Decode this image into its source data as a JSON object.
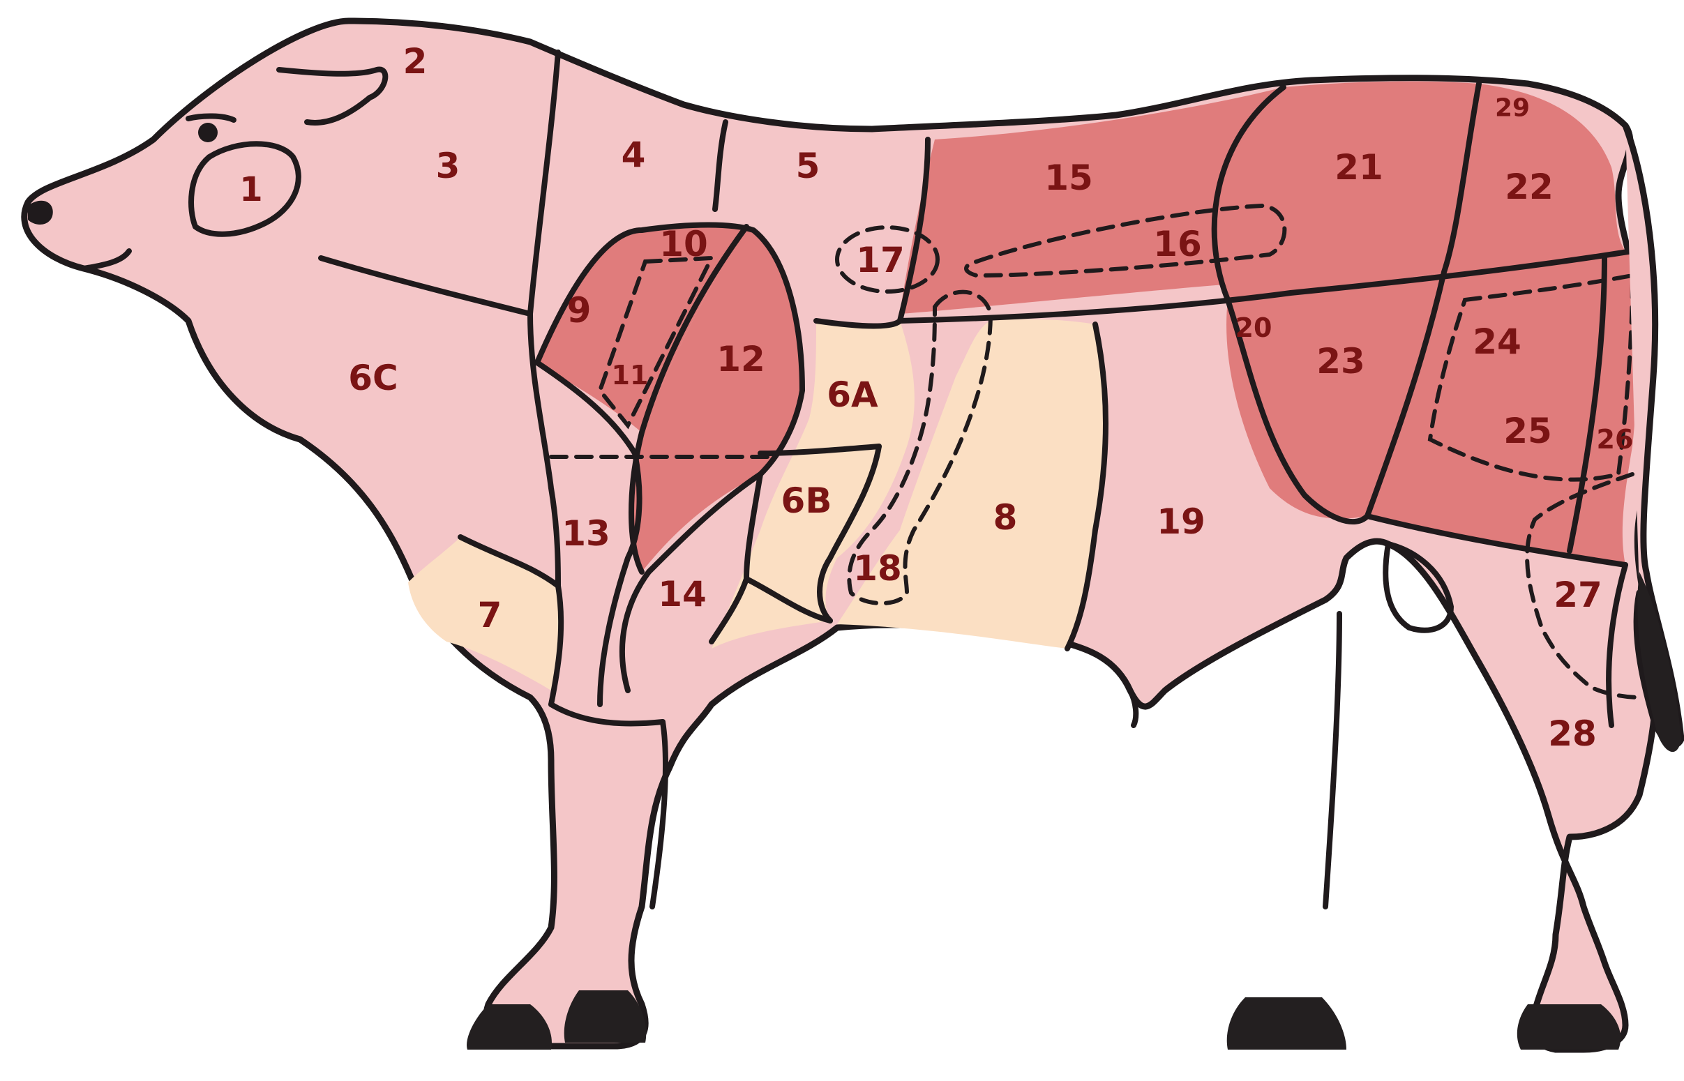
{
  "colors": {
    "light_pink": "#f4c6c8",
    "dark_pink": "#e07c7c",
    "cream": "#fbdfc3",
    "outline": "#1f1a1c",
    "label": "#7a1414",
    "hoof": "#231f20"
  },
  "cuts": [
    {
      "id": "1",
      "label": "1",
      "color": "light_pink"
    },
    {
      "id": "2",
      "label": "2",
      "color": "light_pink"
    },
    {
      "id": "3",
      "label": "3",
      "color": "light_pink"
    },
    {
      "id": "4",
      "label": "4",
      "color": "light_pink"
    },
    {
      "id": "5",
      "label": "5",
      "color": "light_pink"
    },
    {
      "id": "6a",
      "label": "6A",
      "color": "cream"
    },
    {
      "id": "6b",
      "label": "6B",
      "color": "cream"
    },
    {
      "id": "6c",
      "label": "6C",
      "color": "light_pink"
    },
    {
      "id": "7",
      "label": "7",
      "color": "cream"
    },
    {
      "id": "8",
      "label": "8",
      "color": "cream"
    },
    {
      "id": "9",
      "label": "9",
      "color": "dark_pink"
    },
    {
      "id": "10",
      "label": "10",
      "color": "dark_pink"
    },
    {
      "id": "11",
      "label": "11",
      "color": "light_pink"
    },
    {
      "id": "12",
      "label": "12",
      "color": "dark_pink"
    },
    {
      "id": "13",
      "label": "13",
      "color": "light_pink"
    },
    {
      "id": "14",
      "label": "14",
      "color": "light_pink"
    },
    {
      "id": "15",
      "label": "15",
      "color": "dark_pink"
    },
    {
      "id": "16",
      "label": "16",
      "color": "dark_pink"
    },
    {
      "id": "17",
      "label": "17",
      "color": "light_pink"
    },
    {
      "id": "18",
      "label": "18",
      "color": "light_pink"
    },
    {
      "id": "19",
      "label": "19",
      "color": "light_pink"
    },
    {
      "id": "20",
      "label": "20",
      "color": "dark_pink"
    },
    {
      "id": "21",
      "label": "21",
      "color": "dark_pink"
    },
    {
      "id": "22",
      "label": "22",
      "color": "dark_pink"
    },
    {
      "id": "23",
      "label": "23",
      "color": "dark_pink"
    },
    {
      "id": "24",
      "label": "24",
      "color": "dark_pink"
    },
    {
      "id": "25",
      "label": "25",
      "color": "dark_pink"
    },
    {
      "id": "26",
      "label": "26",
      "color": "dark_pink"
    },
    {
      "id": "27",
      "label": "27",
      "color": "light_pink"
    },
    {
      "id": "28",
      "label": "28",
      "color": "light_pink"
    },
    {
      "id": "29",
      "label": "29",
      "color": "light_pink"
    }
  ]
}
